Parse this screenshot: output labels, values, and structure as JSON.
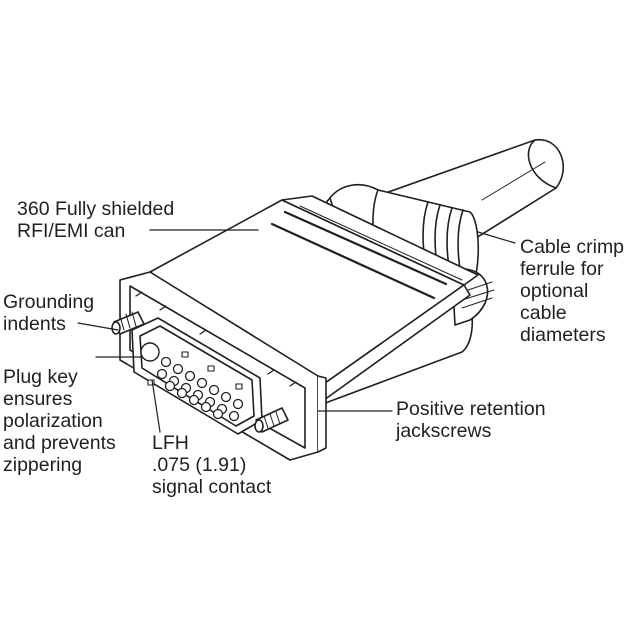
{
  "labels": {
    "shielded_can": [
      "360 Fully shielded",
      "RFI/EMI can"
    ],
    "cable_crimp": [
      "Cable crimp",
      "ferrule for",
      "optional",
      "cable",
      "diameters"
    ],
    "grounding": [
      "Grounding",
      "indents"
    ],
    "plug_key": [
      "Plug key",
      "ensures",
      "polarization",
      "and prevents",
      "zippering"
    ],
    "lfh_contact": [
      "LFH",
      ".075 (1.91)",
      "signal contact"
    ],
    "jackscrews": [
      "Positive retention",
      "jackscrews"
    ]
  },
  "colors": {
    "ink": "#231f20",
    "background": "#ffffff"
  }
}
